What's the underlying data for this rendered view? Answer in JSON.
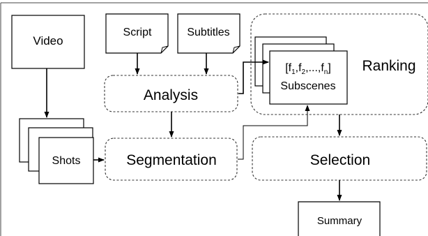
{
  "nodes": {
    "video": "Video",
    "script": "Script",
    "subtitles": "Subtitles",
    "analysis": "Analysis",
    "shots": "Shots",
    "segmentation": "Segmentation",
    "ranking": "Ranking",
    "features_open": "[f",
    "features_sub1": "1",
    "features_sep1": ",f",
    "features_sub2": "2",
    "features_sep2": ",...,f",
    "features_subn": "n",
    "features_close": "]",
    "subscenes": "Subscenes",
    "selection": "Selection",
    "summary": "Summary"
  }
}
